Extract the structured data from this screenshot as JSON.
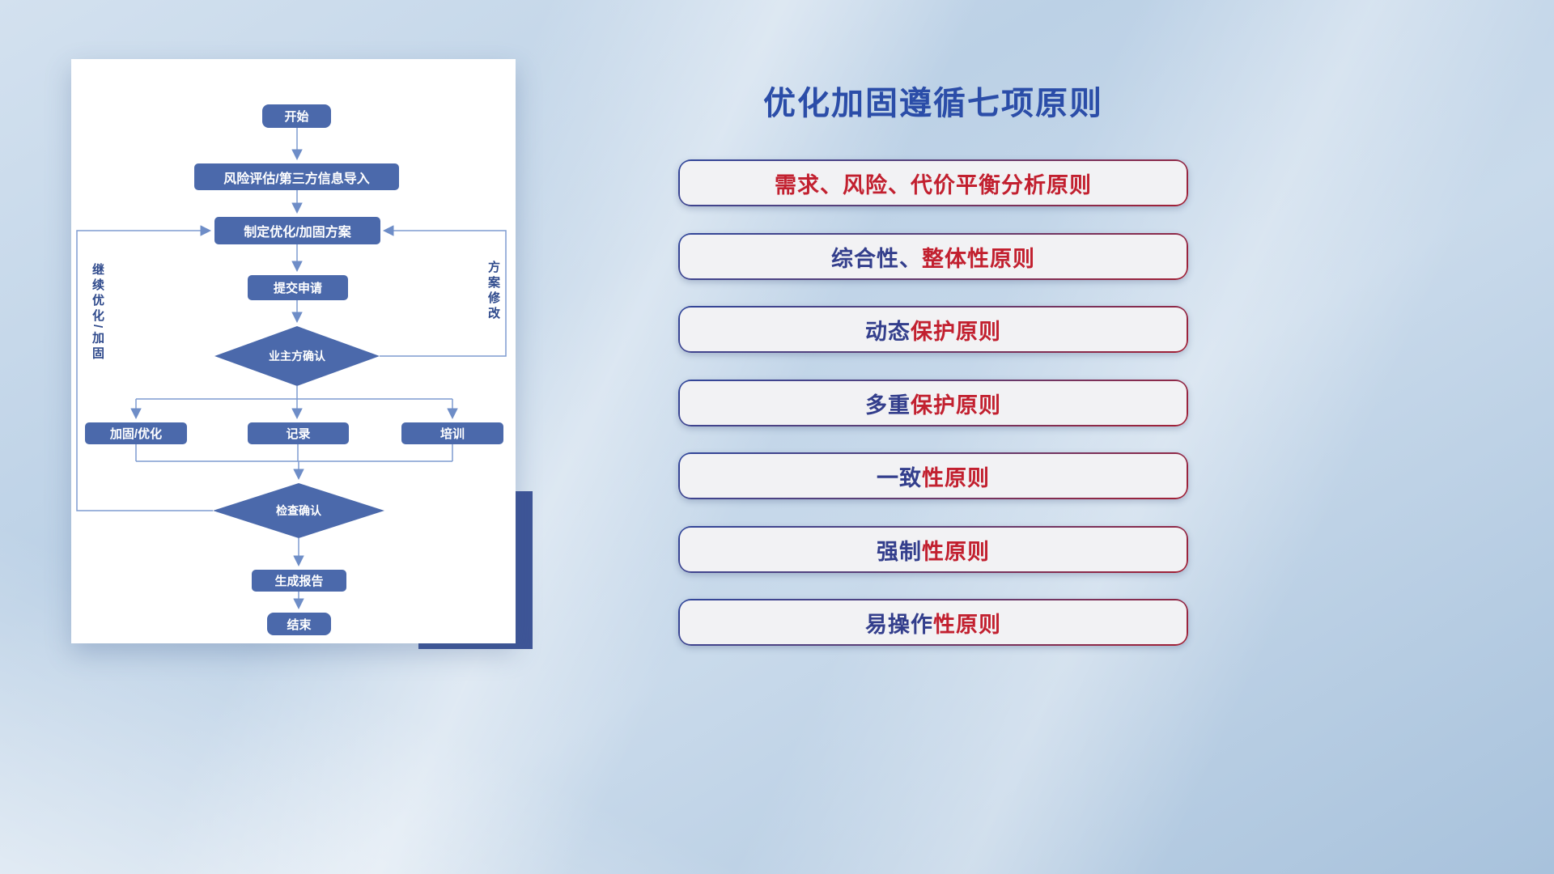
{
  "title": "优化加固遵循七项原则",
  "principles": [
    {
      "blue": "",
      "red": "需求、风险、代价平衡分析原则"
    },
    {
      "blue": "综合性、",
      "red": "整体性原则"
    },
    {
      "blue": "动态",
      "red": "保护原则"
    },
    {
      "blue": "多重",
      "red": "保护原则"
    },
    {
      "blue": "一致",
      "red": "性原则"
    },
    {
      "blue": "强制",
      "red": "性原则"
    },
    {
      "blue": "易操作",
      "red": "性原则"
    }
  ],
  "flowchart": {
    "nodes": {
      "start": "开始",
      "risk_import": "风险评估/第三方信息导入",
      "plan": "制定优化/加固方案",
      "submit": "提交申请",
      "owner_confirm": "业主方确认",
      "reinforce": "加固/优化",
      "record": "记录",
      "training": "培训",
      "check_confirm": "检查确认",
      "report": "生成报告",
      "end": "结束"
    },
    "loop_labels": {
      "left": "继续优化/加固",
      "right": "方案修改"
    }
  },
  "colors": {
    "background_top": "#d3e1ef",
    "background_bottom": "#a8c2dc",
    "node_fill": "#4b69ab",
    "connector": "#7e9bd0",
    "title_text": "#2b4da8",
    "principle_red": "#c2202f",
    "principle_blue": "#333e8c",
    "principle_background": "#f2f2f4",
    "border_gradient_start": "#31479b",
    "border_gradient_end": "#a32035",
    "accent_block": "#3e5597",
    "card_background": "#ffffff"
  }
}
